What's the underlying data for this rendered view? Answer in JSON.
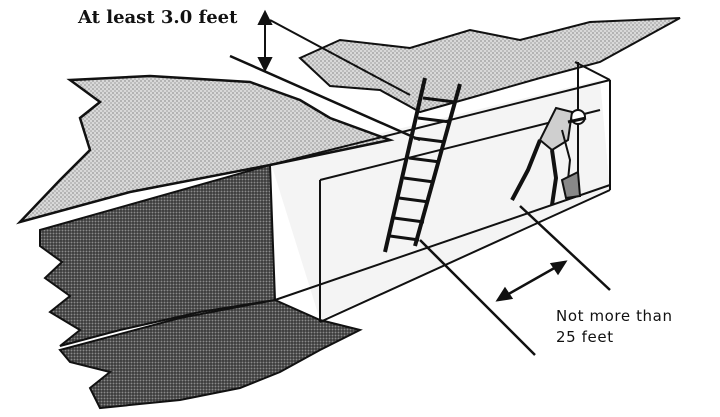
{
  "labels": {
    "min_height": "At least 3.0 feet",
    "spacing_line1": "Not more than",
    "spacing_line2": "25  feet"
  }
}
